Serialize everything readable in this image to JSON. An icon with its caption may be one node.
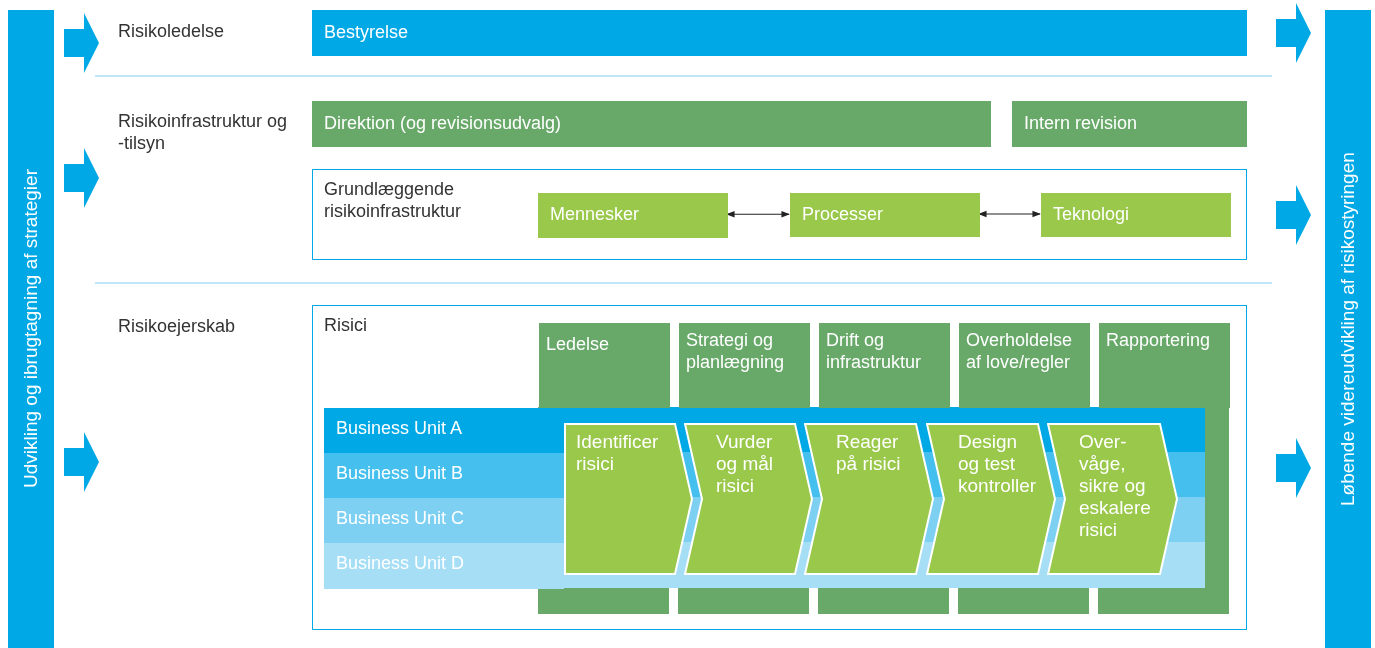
{
  "diagram": {
    "nodes": [
      {
        "text": [
          "Udvikling og ibrugtagning af strategier"
        ]
      },
      {
        "text": [
          "Løbende videreudvikling af risikostyringen"
        ]
      },
      {
        "text": [
          "Bestyrelse"
        ]
      },
      {
        "text": [
          "Direktion (og revisionsudvalg)"
        ]
      },
      {
        "text": [
          "Intern revision"
        ]
      },
      {
        "text": [
          "Grundlæggende risikoinfrastruktur"
        ]
      },
      {
        "text": [
          "Mennesker"
        ],
        "in": 5
      },
      {
        "text": [
          "Processer"
        ],
        "in": 5
      },
      {
        "text": [
          "Teknologi"
        ],
        "in": 5
      },
      {
        "text": [
          "Risici"
        ]
      },
      {
        "text": [
          "Ledelse"
        ],
        "in": 9
      },
      {
        "text": [
          "Strategi og planlægning"
        ],
        "in": 9
      },
      {
        "text": [
          "Drift og infrastruktur"
        ],
        "in": 9
      },
      {
        "text": [
          "Overholdelse af love/regler"
        ],
        "in": 9
      },
      {
        "text": [
          "Rapportering"
        ],
        "in": 9
      },
      {
        "text": [
          "Business Unit A"
        ],
        "in": 9
      },
      {
        "text": [
          "Business Unit B"
        ],
        "in": 9
      },
      {
        "text": [
          "Business Unit C"
        ],
        "in": 9
      },
      {
        "text": [
          "Business Unit D"
        ],
        "in": 9
      },
      {
        "text": [
          "Identificer risici"
        ],
        "in": 9
      },
      {
        "text": [
          "Vurder og mål risici"
        ],
        "in": 9
      },
      {
        "text": [
          "Reager på risici"
        ],
        "in": 9
      },
      {
        "text": [
          "Design og test kontroller"
        ],
        "in": 9
      },
      {
        "text": [
          "Over- våge, sikre og eskalere risici"
        ],
        "in": 9
      }
    ],
    "edges": [
      {
        "from": 6,
        "to": 7,
        "arrow": "both"
      },
      {
        "from": 7,
        "to": 8,
        "arrow": "both"
      },
      {
        "from": 0,
        "to": null,
        "arrow": "to"
      },
      {
        "from": 0,
        "to": null,
        "arrow": "to"
      },
      {
        "from": 0,
        "to": null,
        "arrow": "to"
      },
      {
        "from": 2,
        "to": 1,
        "arrow": "to"
      },
      {
        "from": 5,
        "to": 1,
        "arrow": "to"
      },
      {
        "from": 9,
        "to": 1,
        "arrow": "to"
      }
    ],
    "labels": [
      "Risikoledelse",
      "Risikoinfrastruktur og -tilsyn",
      "Risikoejerskab"
    ]
  }
}
